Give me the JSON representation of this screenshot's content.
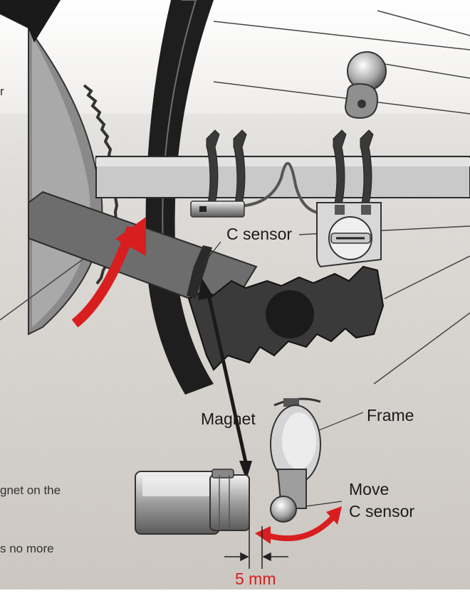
{
  "labels": {
    "c_sensor": "C sensor",
    "magnet": "Magnet",
    "frame": "Frame",
    "move_line1": "Move",
    "move_line2": "C sensor",
    "distance": "5 mm",
    "cut_text_1": "r",
    "cut_text_2": "gnet on the",
    "cut_text_3": "s no more"
  },
  "colors": {
    "arrow_red": "#d81e1e",
    "frame_gray": "#d3d3d3",
    "tire": "#202020",
    "gravel": "#cfc8c0",
    "line_dark": "#222222"
  }
}
